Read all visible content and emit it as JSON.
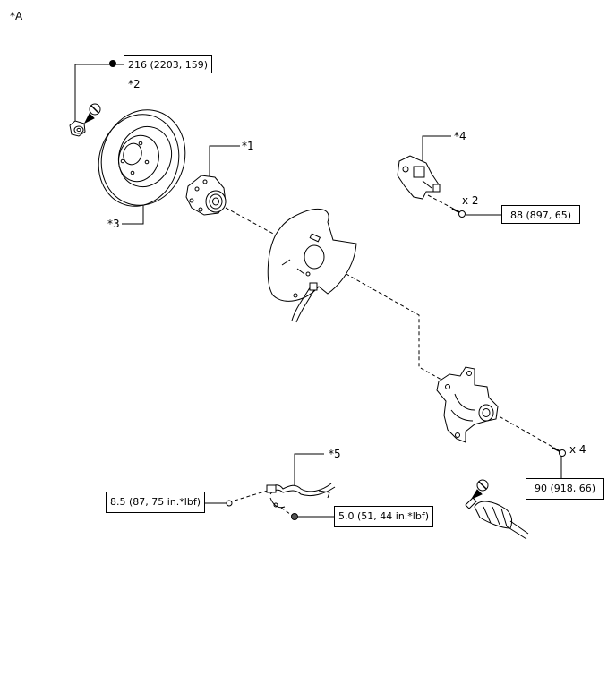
{
  "figure": {
    "view_label": "*A",
    "callouts": {
      "c1": "*1",
      "c2": "*2",
      "c3": "*3",
      "c4": "*4",
      "c5": "*5"
    },
    "quantities": {
      "caliper_bolts": "x 2",
      "knuckle_bolts": "x 4"
    },
    "torque_specs": {
      "adhesive": "216 (2203, 159)",
      "caliper_bolt": "88 (897, 65)",
      "knuckle_bolt": "90 (918, 66)",
      "sensor_bolt_left": "8.5 (87, 75 in.*lbf)",
      "sensor_bolt_right": "5.0 (51, 44 in.*lbf)"
    }
  }
}
